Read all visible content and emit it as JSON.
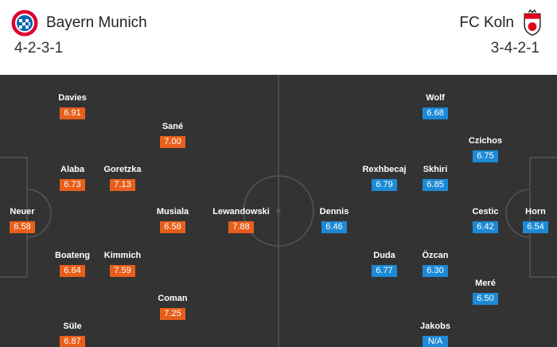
{
  "home": {
    "name": "Bayern Munich",
    "formation": "4-2-3-1",
    "colors": {
      "primary": "#dc052d",
      "secondary": "#0066b2",
      "rating_bg": "#e85f1b"
    },
    "players": [
      {
        "name": "Neuer",
        "rating": "6.58"
      },
      {
        "name": "Davies",
        "rating": "6.91"
      },
      {
        "name": "Alaba",
        "rating": "6.73"
      },
      {
        "name": "Boateng",
        "rating": "6.64"
      },
      {
        "name": "Süle",
        "rating": "6.87"
      },
      {
        "name": "Goretzka",
        "rating": "7.13"
      },
      {
        "name": "Kimmich",
        "rating": "7.59"
      },
      {
        "name": "Sané",
        "rating": "7.00"
      },
      {
        "name": "Musiala",
        "rating": "6.58"
      },
      {
        "name": "Coman",
        "rating": "7.25"
      },
      {
        "name": "Lewandowski",
        "rating": "7.88"
      }
    ]
  },
  "away": {
    "name": "FC Koln",
    "formation": "3-4-2-1",
    "colors": {
      "primary": "#e2001a",
      "secondary": "#ffffff",
      "rating_bg": "#1c8ad6"
    },
    "players": [
      {
        "name": "Horn",
        "rating": "6.54"
      },
      {
        "name": "Czichos",
        "rating": "6.75"
      },
      {
        "name": "Cestic",
        "rating": "6.42"
      },
      {
        "name": "Meré",
        "rating": "6.50"
      },
      {
        "name": "Wolf",
        "rating": "6.68"
      },
      {
        "name": "Skhiri",
        "rating": "6.85"
      },
      {
        "name": "Özcan",
        "rating": "6.30"
      },
      {
        "name": "Jakobs",
        "rating": "N/A"
      },
      {
        "name": "Rexhbecaj",
        "rating": "6.79"
      },
      {
        "name": "Duda",
        "rating": "6.77"
      },
      {
        "name": "Dennis",
        "rating": "6.46"
      }
    ]
  },
  "pitch": {
    "color": "#333333",
    "line_color": "#555555"
  }
}
